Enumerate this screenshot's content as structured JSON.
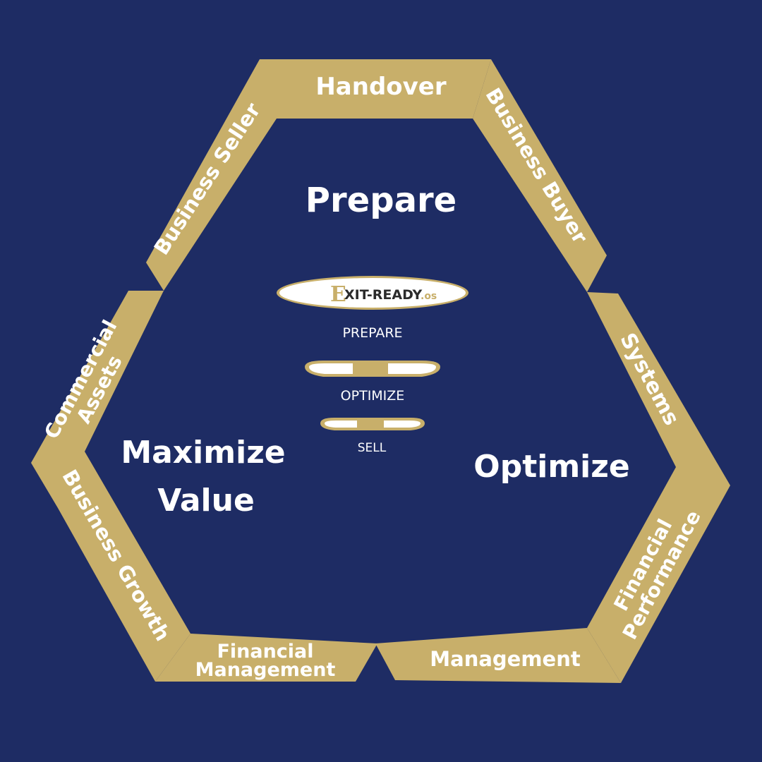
{
  "colors": {
    "background": "#1e2c64",
    "band": "#c8af6a",
    "text": "#ffffff",
    "logo_dark": "#2b2b2b"
  },
  "phases": {
    "prepare": "Prepare",
    "maximize_line1": "Maximize",
    "maximize_line2": "Value",
    "optimize": "Optimize"
  },
  "bands": {
    "handover": "Handover",
    "business_seller": "Business Seller",
    "business_buyer": "Business Buyer",
    "commercial_assets_line1": "Commercial",
    "commercial_assets_line2": "Assets",
    "systems": "Systems",
    "business_growth": "Business Growth",
    "financial_performance_line1": "Financial",
    "financial_performance_line2": "Performance",
    "financial_management_line1": "Financial",
    "financial_management_line2": "Management",
    "management": "Management"
  },
  "logo": {
    "initial": "E",
    "main": "XIT-READY",
    "suffix": ".os"
  },
  "funnel": {
    "prepare": "PREPARE",
    "optimize": "OPTIMIZE",
    "sell": "SELL"
  }
}
